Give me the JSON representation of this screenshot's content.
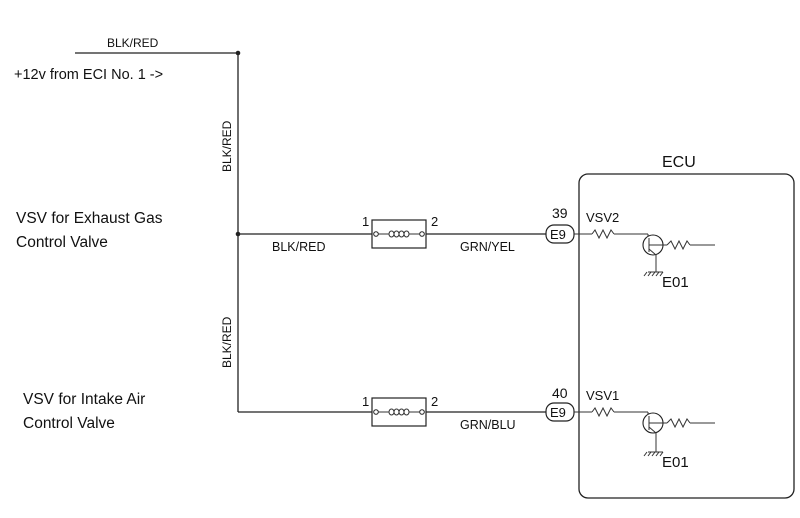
{
  "diagram": {
    "supply": {
      "wire_color": "BLK/RED",
      "label": "+12v from ECI No. 1 ->"
    },
    "vertical_wire_upper": "BLK/RED",
    "vertical_wire_lower": "BLK/RED",
    "vsv_exhaust": {
      "label_line1": "VSV for Exhaust Gas",
      "label_line2": "Control Valve",
      "input_wire": "BLK/RED",
      "output_wire": "GRN/YEL",
      "pin_left": "1",
      "pin_right": "2",
      "ecu_pin_number": "39",
      "connector": "E9",
      "ecu_signal": "VSV2",
      "ground": "E01"
    },
    "vsv_intake": {
      "label_line1": "VSV for Intake Air",
      "label_line2": "Control Valve",
      "output_wire": "GRN/BLU",
      "pin_left": "1",
      "pin_right": "2",
      "ecu_pin_number": "40",
      "connector": "E9",
      "ecu_signal": "VSV1",
      "ground": "E01"
    },
    "ecu": {
      "title": "ECU"
    }
  }
}
